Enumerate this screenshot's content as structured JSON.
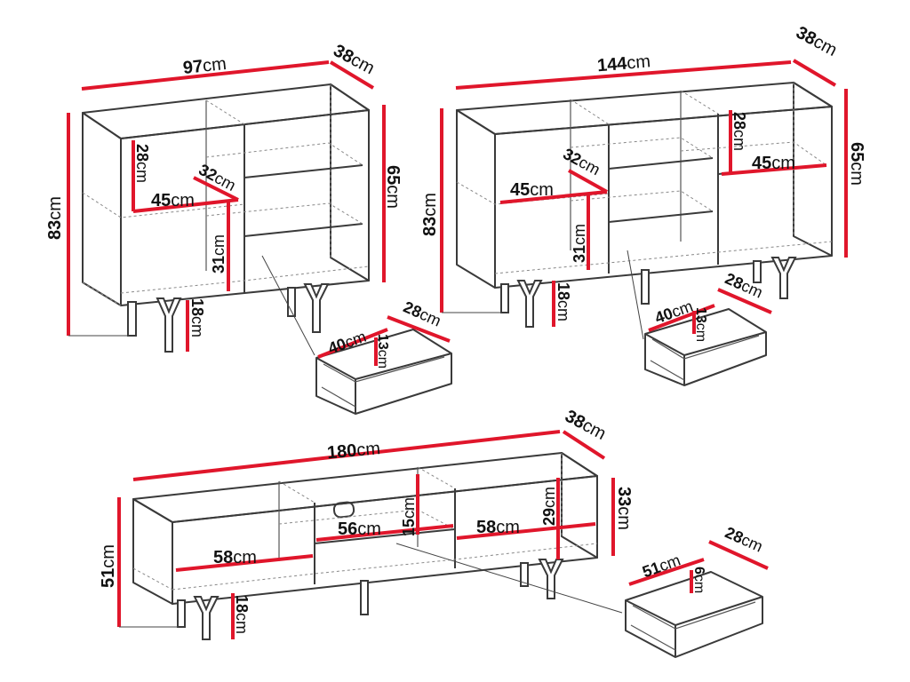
{
  "diagram": {
    "unit": "cm",
    "colors": {
      "dimension_line": "#e0162b",
      "outline": "#3a3a3a",
      "hidden_edges": "#888888",
      "text": "#111111"
    },
    "small_sideboard": {
      "width": "97",
      "depth": "38",
      "height": "83",
      "body_height": "65",
      "shelf_height": "28",
      "shelf_width": "45",
      "shelf_depth": "32",
      "lower_height": "31",
      "leg_height": "18",
      "drawer": {
        "width": "40",
        "depth": "28",
        "height": "13"
      }
    },
    "large_sideboard": {
      "width": "144",
      "depth": "38",
      "height": "83",
      "body_height": "65",
      "right_shelf_height": "28",
      "right_shelf_width": "45",
      "left_shelf_width": "45",
      "left_shelf_depth": "32",
      "lower_height": "31",
      "leg_height": "18",
      "drawer": {
        "width": "40",
        "depth": "28",
        "height": "13"
      }
    },
    "tv_stand": {
      "width": "180",
      "depth": "38",
      "height": "51",
      "body_height": "33",
      "left_width": "58",
      "center_width": "56",
      "right_width": "58",
      "center_shelf_height": "15",
      "right_inner_height": "29",
      "leg_height": "18",
      "drawer": {
        "width": "51",
        "depth": "28",
        "height": "6"
      }
    }
  }
}
